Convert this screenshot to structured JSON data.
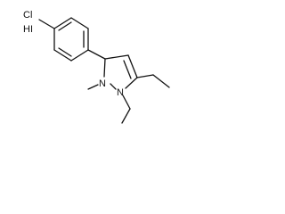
{
  "molecule": {
    "atoms": {
      "cl": "Cl",
      "hi": "HI",
      "n1": "N",
      "n2": "N"
    }
  },
  "colors": {
    "line": "#111111",
    "background": "#ffffff"
  }
}
